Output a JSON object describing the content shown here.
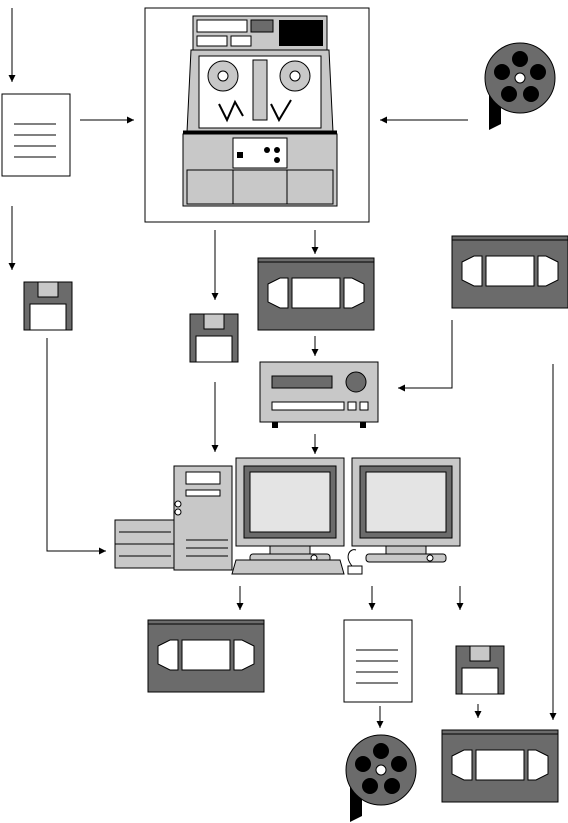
{
  "diagram": {
    "kind": "media-workflow",
    "nodes": [
      {
        "id": "script-doc",
        "icon": "document-icon"
      },
      {
        "id": "tape-recorder",
        "icon": "reel-to-reel-tape-recorder-icon"
      },
      {
        "id": "film-reel-in",
        "icon": "film-reel-icon"
      },
      {
        "id": "floppy-a",
        "icon": "floppy-disk-icon"
      },
      {
        "id": "floppy-b",
        "icon": "floppy-disk-icon"
      },
      {
        "id": "vhs-a",
        "icon": "vhs-cassette-icon"
      },
      {
        "id": "vhs-b",
        "icon": "vhs-cassette-icon"
      },
      {
        "id": "vcr",
        "icon": "video-deck-icon"
      },
      {
        "id": "workstation",
        "icon": "computer-workstation-icon"
      },
      {
        "id": "vhs-out",
        "icon": "vhs-cassette-icon"
      },
      {
        "id": "doc-out",
        "icon": "document-icon"
      },
      {
        "id": "floppy-out",
        "icon": "floppy-disk-icon"
      },
      {
        "id": "film-reel-out",
        "icon": "film-reel-icon"
      },
      {
        "id": "vhs-final",
        "icon": "vhs-cassette-icon"
      }
    ],
    "edges": [
      [
        "input",
        "script-doc"
      ],
      [
        "script-doc",
        "tape-recorder"
      ],
      [
        "film-reel-in",
        "tape-recorder"
      ],
      [
        "script-doc",
        "floppy-a"
      ],
      [
        "floppy-a",
        "workstation"
      ],
      [
        "tape-recorder",
        "floppy-b"
      ],
      [
        "tape-recorder",
        "vhs-a"
      ],
      [
        "vhs-a",
        "vcr"
      ],
      [
        "vhs-b",
        "vcr"
      ],
      [
        "floppy-b",
        "workstation"
      ],
      [
        "vcr",
        "workstation"
      ],
      [
        "workstation",
        "vhs-out"
      ],
      [
        "workstation",
        "doc-out"
      ],
      [
        "workstation",
        "floppy-out"
      ],
      [
        "doc-out",
        "film-reel-out"
      ],
      [
        "floppy-out",
        "vhs-final"
      ],
      [
        "vhs-b",
        "vhs-final"
      ]
    ],
    "colors": {
      "device_gray": "#6b6b6b",
      "light_gray": "#c8c8c8",
      "line": "#000000",
      "background": "#ffffff"
    }
  }
}
